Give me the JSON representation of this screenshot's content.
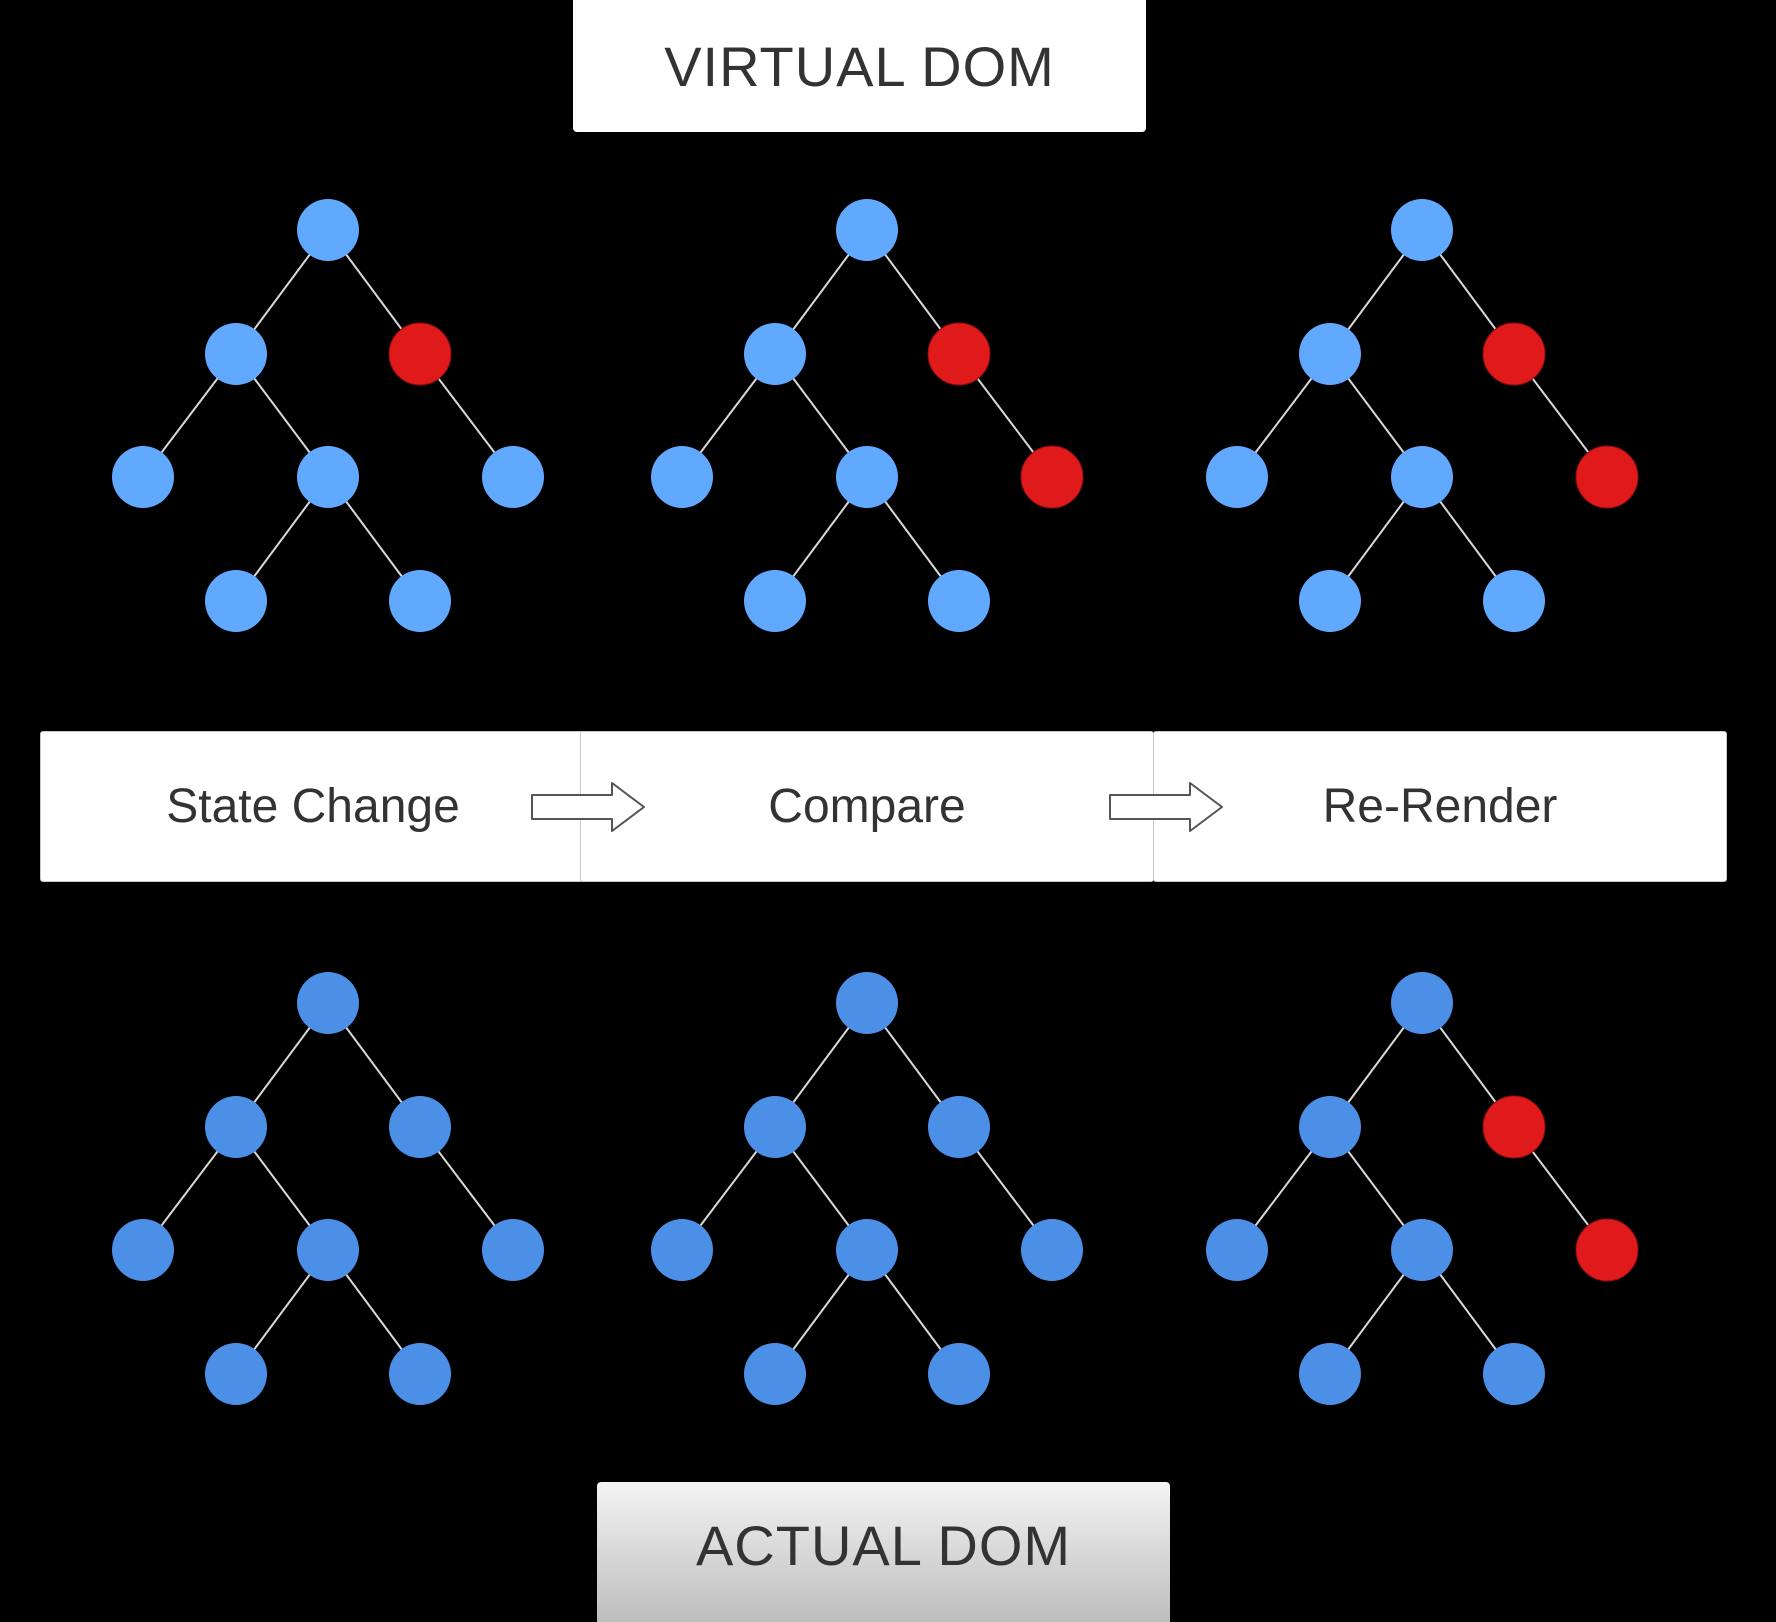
{
  "titles": {
    "virtual": "VIRTUAL DOM",
    "actual": "ACTUAL DOM"
  },
  "steps": [
    {
      "label": "State Change"
    },
    {
      "label": "Compare"
    },
    {
      "label": "Re-Render"
    }
  ],
  "colors": {
    "background": "#000000",
    "node_blue": "#61a8ff",
    "node_blue_dark": "#4b8fe6",
    "node_changed": "#e01a1a",
    "edge": "#d9d9d9"
  },
  "trees": [
    {
      "group": "virtual",
      "changed": [
        2
      ]
    },
    {
      "group": "virtual",
      "changed": [
        2,
        5
      ]
    },
    {
      "group": "virtual",
      "changed": [
        2,
        5
      ]
    },
    {
      "group": "actual",
      "changed": []
    },
    {
      "group": "actual",
      "changed": []
    },
    {
      "group": "actual",
      "changed": [
        2,
        5
      ]
    }
  ]
}
